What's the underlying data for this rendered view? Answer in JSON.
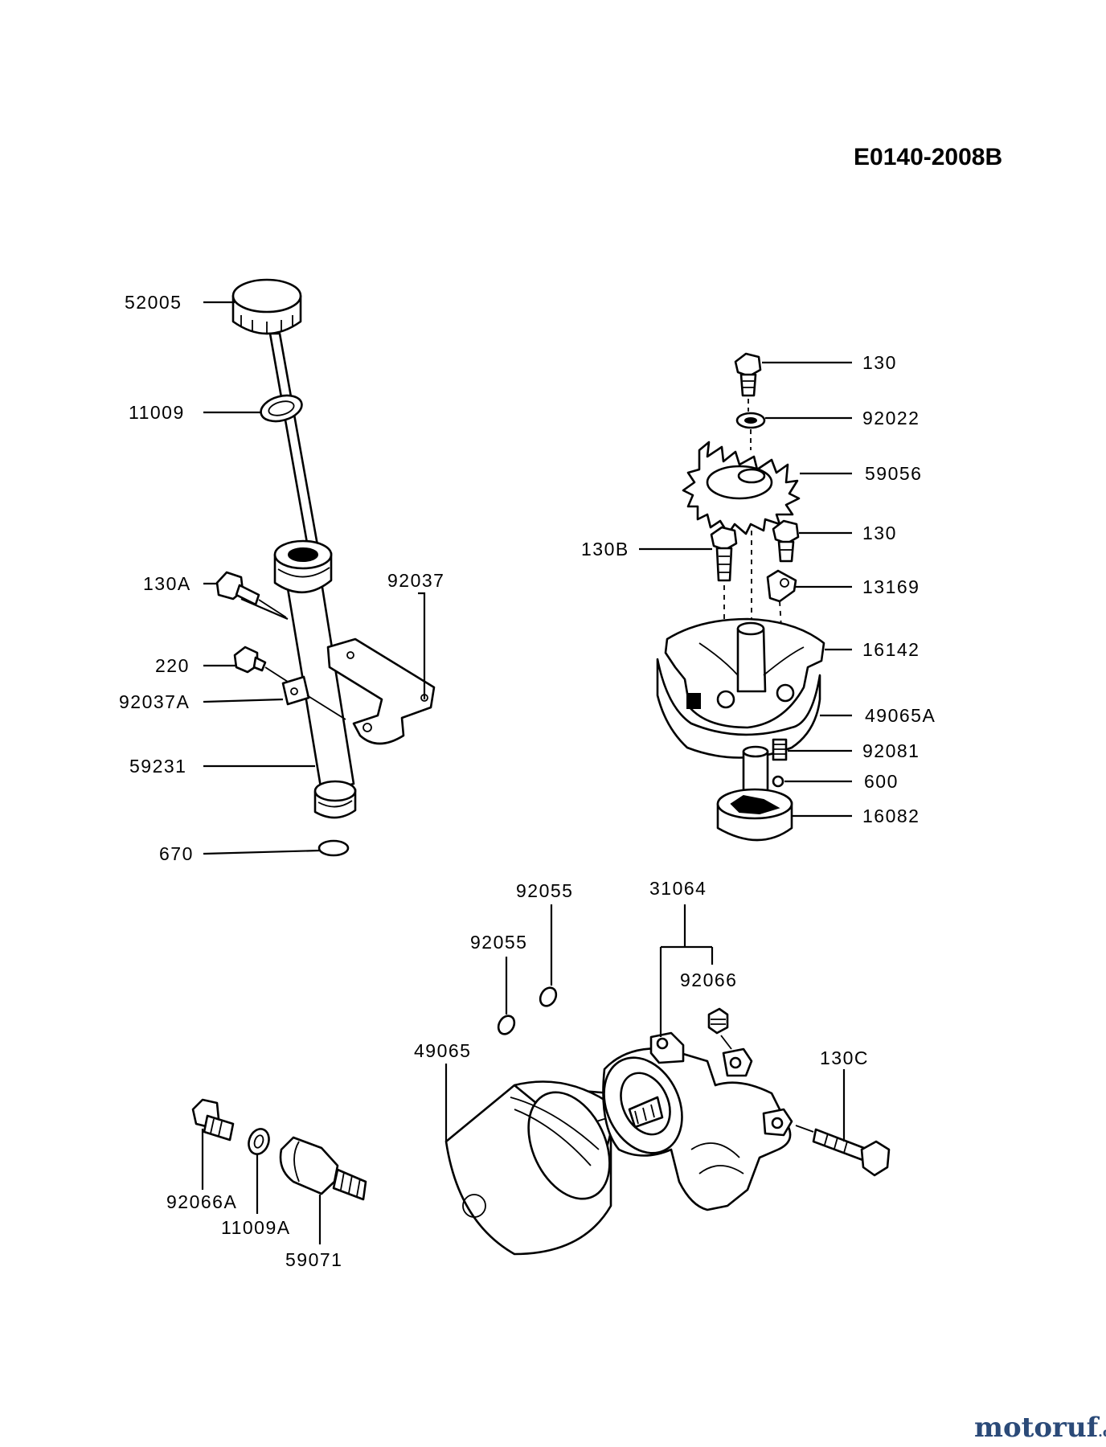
{
  "drawing_code": "E0140-2008B",
  "watermark": {
    "main": "motoruf",
    "suffix": ".de",
    "color": "#2b4a78"
  },
  "labels": {
    "p52005": "52005",
    "p11009": "11009",
    "p130A": "130A",
    "p92037": "92037",
    "p220": "220",
    "p92037A": "92037A",
    "p59231": "59231",
    "p670": "670",
    "p130_top": "130",
    "p92022": "92022",
    "p59056": "59056",
    "p130B": "130B",
    "p130_mid": "130",
    "p13169": "13169",
    "p16142": "16142",
    "p49065A": "49065A",
    "p92081": "92081",
    "p600": "600",
    "p16082": "16082",
    "p92055_a": "92055",
    "p92055_b": "92055",
    "p31064": "31064",
    "p92066": "92066",
    "p49065": "49065",
    "p130C": "130C",
    "p92066A": "92066A",
    "p11009A": "11009A",
    "p59071": "59071"
  }
}
